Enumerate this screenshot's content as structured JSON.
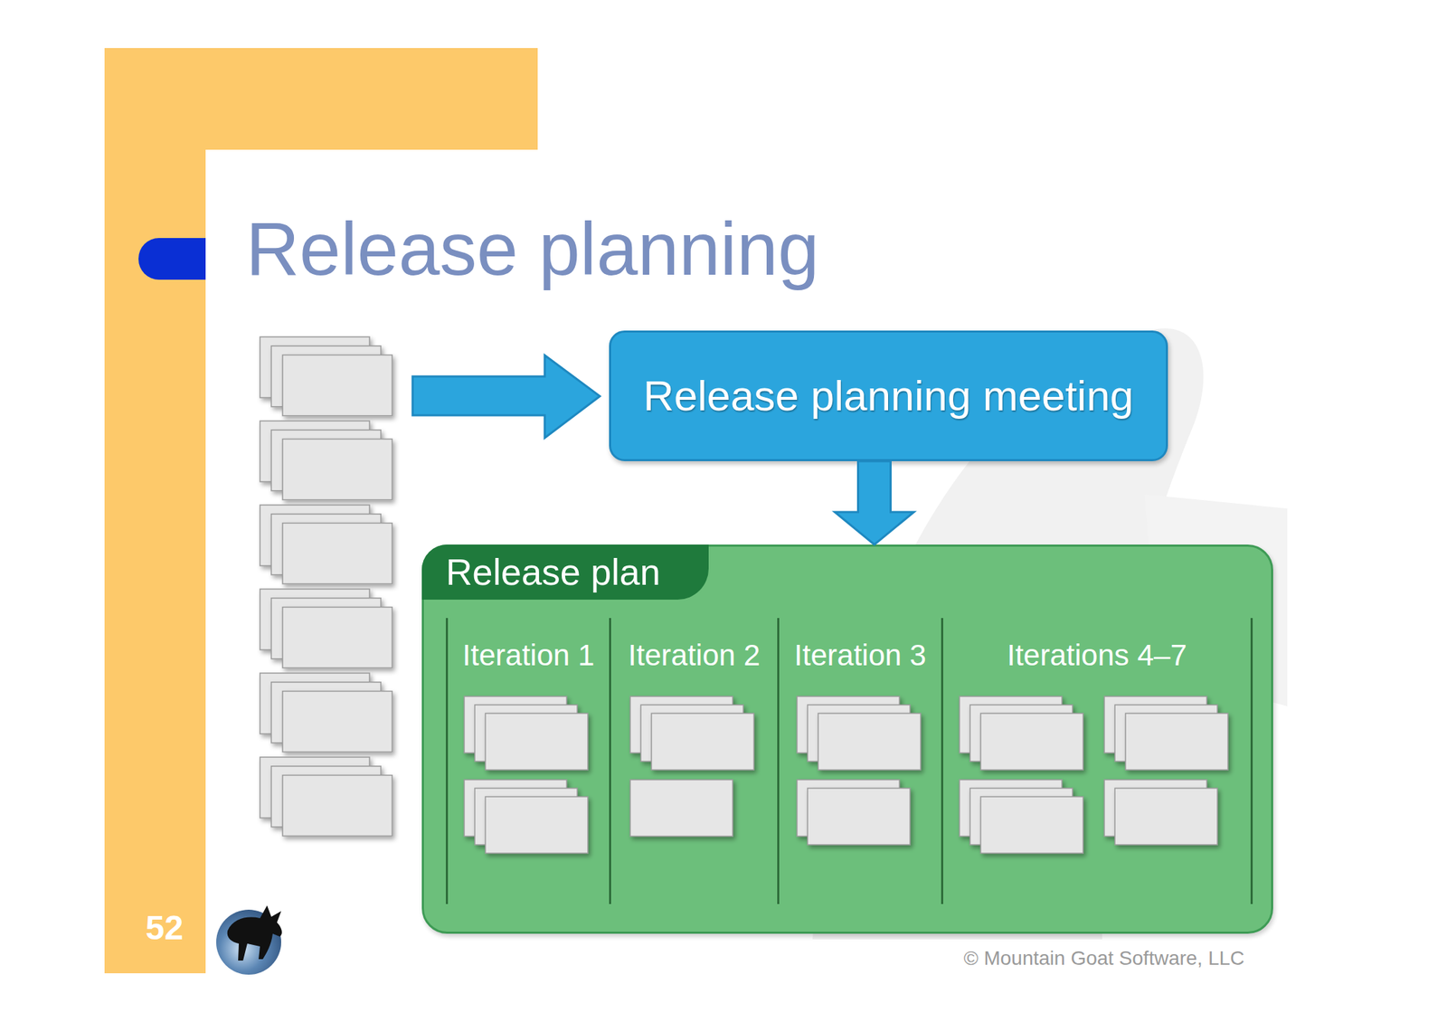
{
  "diagram": {
    "title": "Release planning",
    "nodes": [
      {
        "text": [
          "Release planning meeting"
        ]
      },
      {
        "text": [
          "Release plan"
        ]
      },
      {
        "text": [
          "Iteration 1"
        ],
        "in": 1
      },
      {
        "text": [
          "Iteration 2"
        ],
        "in": 1
      },
      {
        "text": [
          "Iteration 3"
        ],
        "in": 1
      },
      {
        "text": [
          "Iterations 4–7"
        ],
        "in": 1
      }
    ],
    "edges": [
      {
        "from": 0,
        "to": 1,
        "arrow": "to"
      }
    ],
    "labels": [
      "52",
      "© Mountain Goat Software, LLC"
    ]
  }
}
